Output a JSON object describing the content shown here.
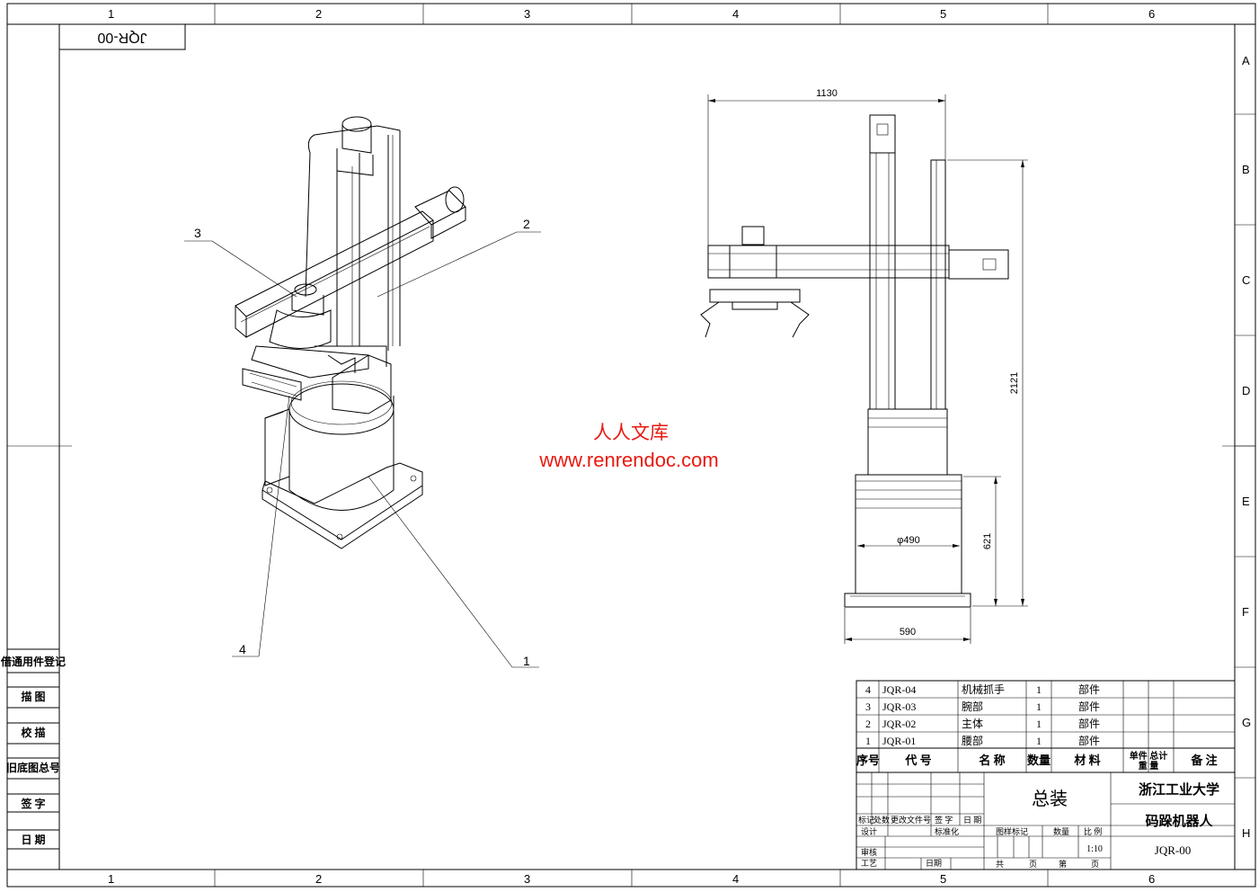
{
  "frame": {
    "cols": [
      "1",
      "2",
      "3",
      "4",
      "5",
      "6"
    ],
    "rows": [
      "A",
      "B",
      "C",
      "D",
      "E",
      "F",
      "G",
      "H"
    ]
  },
  "drawing_code": "JQR-00",
  "side_labels": [
    "借通用件登记",
    "描  图",
    "校  描",
    "旧底图总号",
    "签  字",
    "日  期"
  ],
  "balloons": [
    "1",
    "2",
    "3",
    "4"
  ],
  "dimensions": {
    "width_top": "1130",
    "height_total": "2121",
    "base_height": "621",
    "diameter": "φ490",
    "base_width": "590"
  },
  "watermark": {
    "cn": "人人文库",
    "url": "www.renrendoc.com"
  },
  "bom": {
    "rows": [
      {
        "no": "4",
        "code": "JQR-04",
        "name": "机械抓手",
        "qty": "1",
        "material": "部件"
      },
      {
        "no": "3",
        "code": "JQR-03",
        "name": "腕部",
        "qty": "1",
        "material": "部件"
      },
      {
        "no": "2",
        "code": "JQR-02",
        "name": "主体",
        "qty": "1",
        "material": "部件"
      },
      {
        "no": "1",
        "code": "JQR-01",
        "name": "腰部",
        "qty": "1",
        "material": "部件"
      }
    ],
    "header": {
      "no": "序号",
      "code": "代    号",
      "name": "名    称",
      "qty": "数量",
      "material": "材    料",
      "weight": "单件 总计\n重    量",
      "remark": "备    注"
    }
  },
  "title_block": {
    "title": "总装",
    "school": "浙江工业大学",
    "product": "码跺机器人",
    "code": "JQR-00",
    "scale": "1:10",
    "rev_labels": [
      "标记",
      "处数",
      "更改文件号",
      "签 字",
      "日 期"
    ],
    "role_labels": [
      "设计",
      "审核",
      "工艺"
    ],
    "std_labels": [
      "标准化",
      "日期"
    ],
    "stage_labels": [
      "图样标记",
      "数量",
      "比 例"
    ],
    "sheet_labels": [
      "共",
      "页",
      "第",
      "页"
    ]
  }
}
